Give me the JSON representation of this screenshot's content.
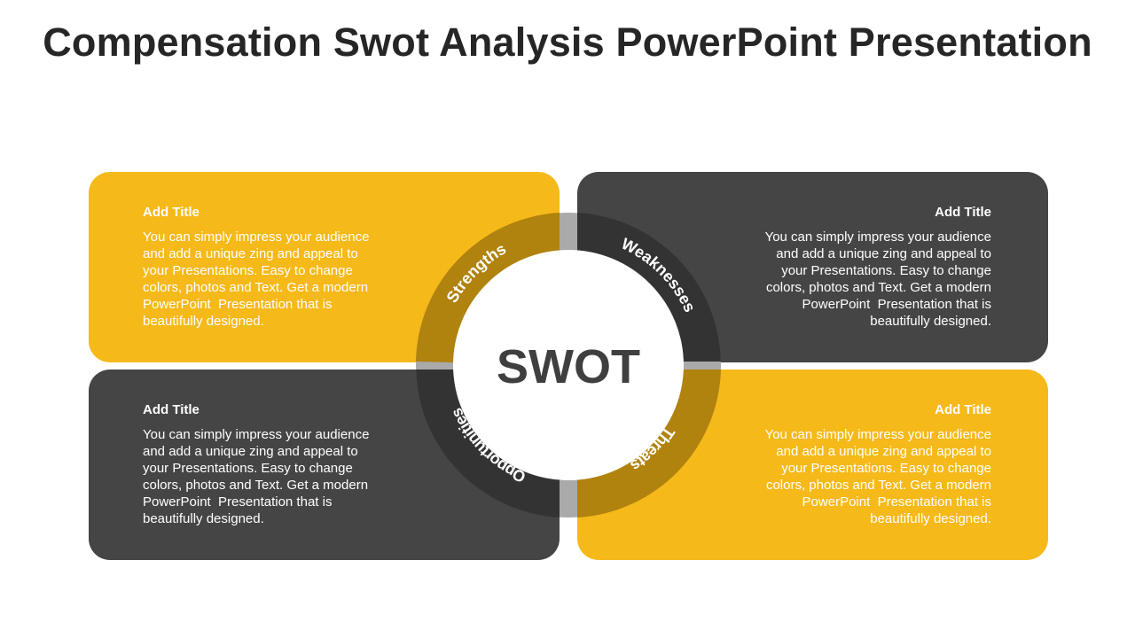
{
  "title": "Compensation Swot Analysis PowerPoint Presentation",
  "center_label": "SWOT",
  "ring_labels": {
    "strengths": "Strengths",
    "weaknesses": "Weaknesses",
    "opportunities": "Opportunities",
    "threats": "Threats"
  },
  "boxes": [
    {
      "title": "Add Title",
      "lines": [
        "You can simply impress your audience",
        "and add a unique zing and appeal to",
        "your Presentations. Easy to change",
        "colors, photos and Text. Get a modern",
        "PowerPoint  Presentation that is",
        "beautifully designed."
      ]
    },
    {
      "title": "Add Title",
      "lines": [
        "You can simply impress your audience",
        "and add a unique zing and appeal to",
        "your Presentations. Easy to change",
        "colors, photos and Text. Get a modern",
        "PowerPoint  Presentation that is",
        "beautifully designed."
      ]
    },
    {
      "title": "Add Title",
      "lines": [
        "You can simply impress your audience",
        "and add a unique zing and appeal to",
        "your Presentations. Easy to change",
        "colors, photos and Text. Get a modern",
        "PowerPoint  Presentation that is",
        "beautifully designed."
      ]
    },
    {
      "title": "Add Title",
      "lines": [
        "You can simply impress your audience",
        "and add a unique zing and appeal to",
        "your Presentations. Easy to change",
        "colors, photos and Text. Get a modern",
        "PowerPoint  Presentation that is",
        "beautifully designed."
      ]
    }
  ],
  "colors": {
    "yellow": "#F6B91A",
    "dark": "#454545",
    "ring_gold": "#B0820E",
    "ring_dark": "#333333",
    "gap": "#AAAAAA"
  }
}
